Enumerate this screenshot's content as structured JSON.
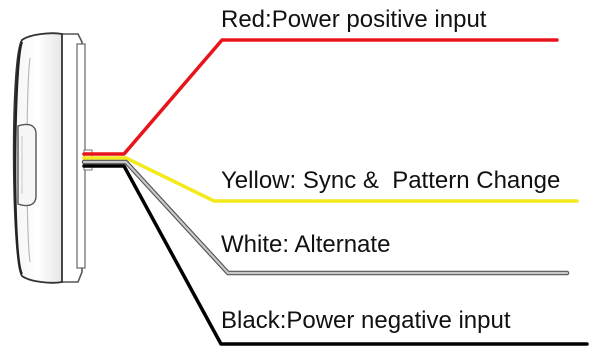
{
  "wires": [
    {
      "id": "red",
      "label": "Red:Power positive input",
      "color": "#e8141c"
    },
    {
      "id": "yellow",
      "label": "Yellow: Sync &  Pattern Change",
      "color": "#f2ea1a"
    },
    {
      "id": "white",
      "label": "White: Alternate",
      "color": "#c8c8c8"
    },
    {
      "id": "black",
      "label": "Black:Power negative input",
      "color": "#000000"
    }
  ],
  "device": {
    "body_color": "#ffffff",
    "outline_color": "#555555"
  }
}
